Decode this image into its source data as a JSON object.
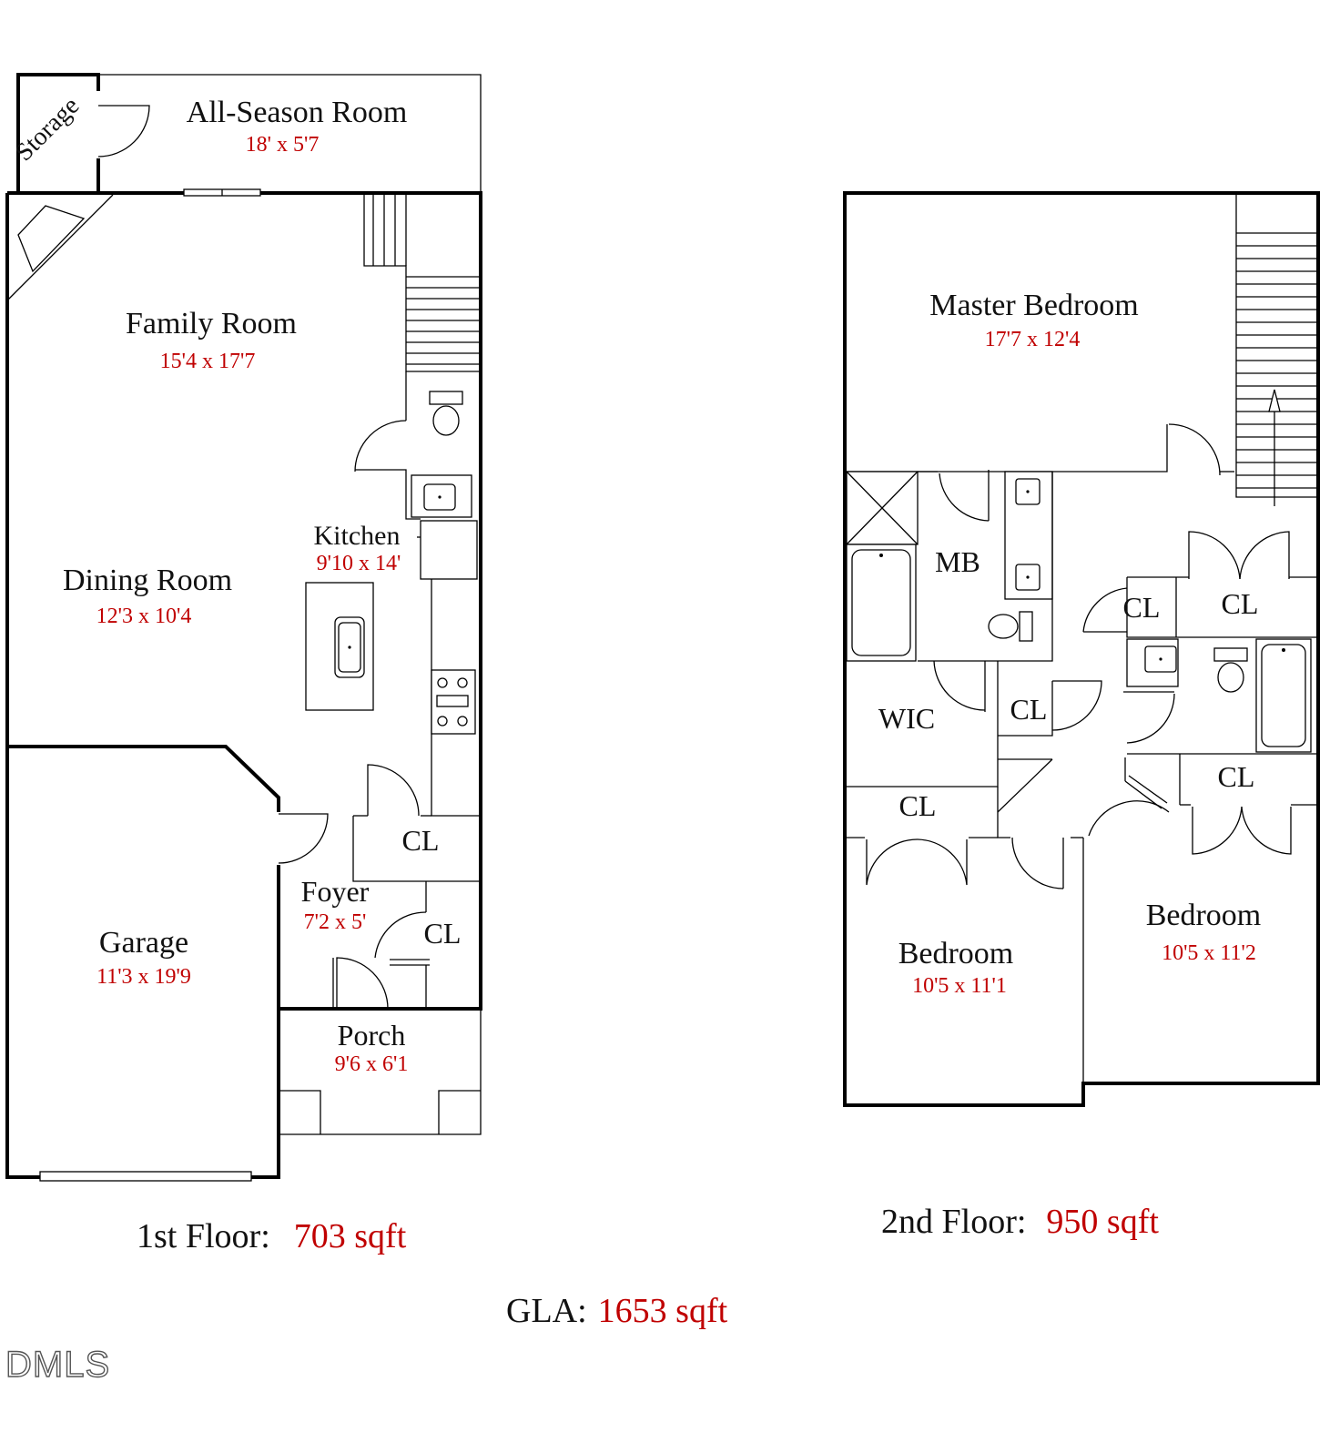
{
  "floor1": {
    "rooms": {
      "all_season": {
        "name": "All-Season Room",
        "dim": "18' x 5'7"
      },
      "storage": {
        "name": "Storage"
      },
      "family": {
        "name": "Family Room",
        "dim": "15'4 x 17'7"
      },
      "kitchen": {
        "name": "Kitchen",
        "dim": "9'10 x 14'"
      },
      "dining": {
        "name": "Dining Room",
        "dim": "12'3 x 10'4"
      },
      "garage": {
        "name": "Garage",
        "dim": "11'3 x 19'9"
      },
      "foyer": {
        "name": "Foyer",
        "dim": "7'2 x 5'"
      },
      "cl1": {
        "name": "CL"
      },
      "cl2": {
        "name": "CL"
      },
      "porch": {
        "name": "Porch",
        "dim": "9'6 x 6'1"
      }
    },
    "label": "1st Floor:",
    "sqft": "703 sqft"
  },
  "floor2": {
    "rooms": {
      "master": {
        "name": "Master Bedroom",
        "dim": "17'7 x 12'4"
      },
      "mb": {
        "name": "MB"
      },
      "wic": {
        "name": "WIC"
      },
      "cl_a": {
        "name": "CL"
      },
      "cl_b": {
        "name": "CL"
      },
      "cl_c": {
        "name": "CL"
      },
      "cl_d": {
        "name": "CL"
      },
      "cl_e": {
        "name": "CL"
      },
      "bed_left": {
        "name": "Bedroom",
        "dim": "10'5 x 11'1"
      },
      "bed_right": {
        "name": "Bedroom",
        "dim": "10'5 x 11'2"
      }
    },
    "label": "2nd Floor:",
    "sqft": "950 sqft"
  },
  "gla": {
    "label": "GLA:",
    "value": "1653 sqft"
  },
  "watermark": "DMLS"
}
